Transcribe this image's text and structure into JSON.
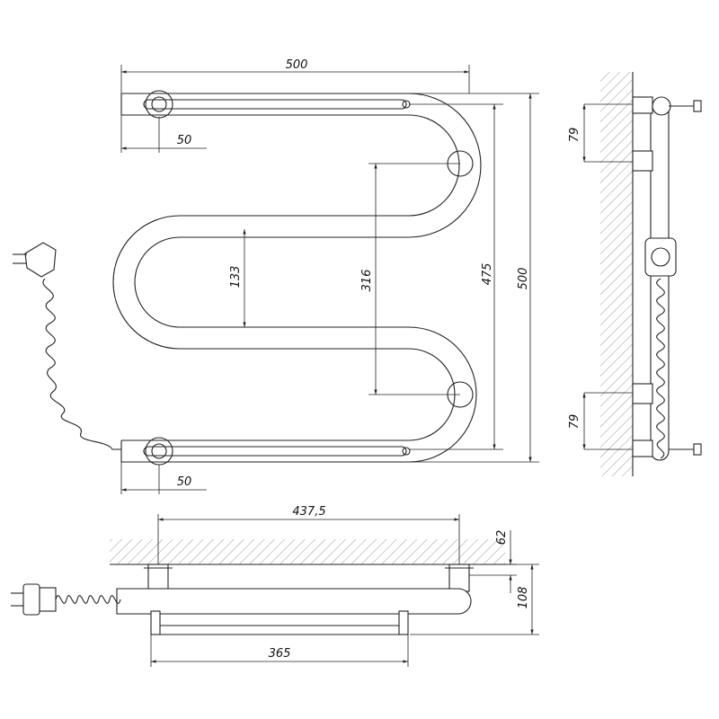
{
  "front_view": {
    "width_top": "500",
    "height_outer": "500",
    "height_inner": "475",
    "bend_spacing": "316",
    "inner_gap": "133",
    "mount_offset_top": "50",
    "mount_offset_bottom": "50"
  },
  "side_view": {
    "spacing_top": "79",
    "spacing_bottom": "79"
  },
  "top_view": {
    "mount_spacing": "437,5",
    "bar_length": "365",
    "wall_offset": "62",
    "depth": "108"
  }
}
